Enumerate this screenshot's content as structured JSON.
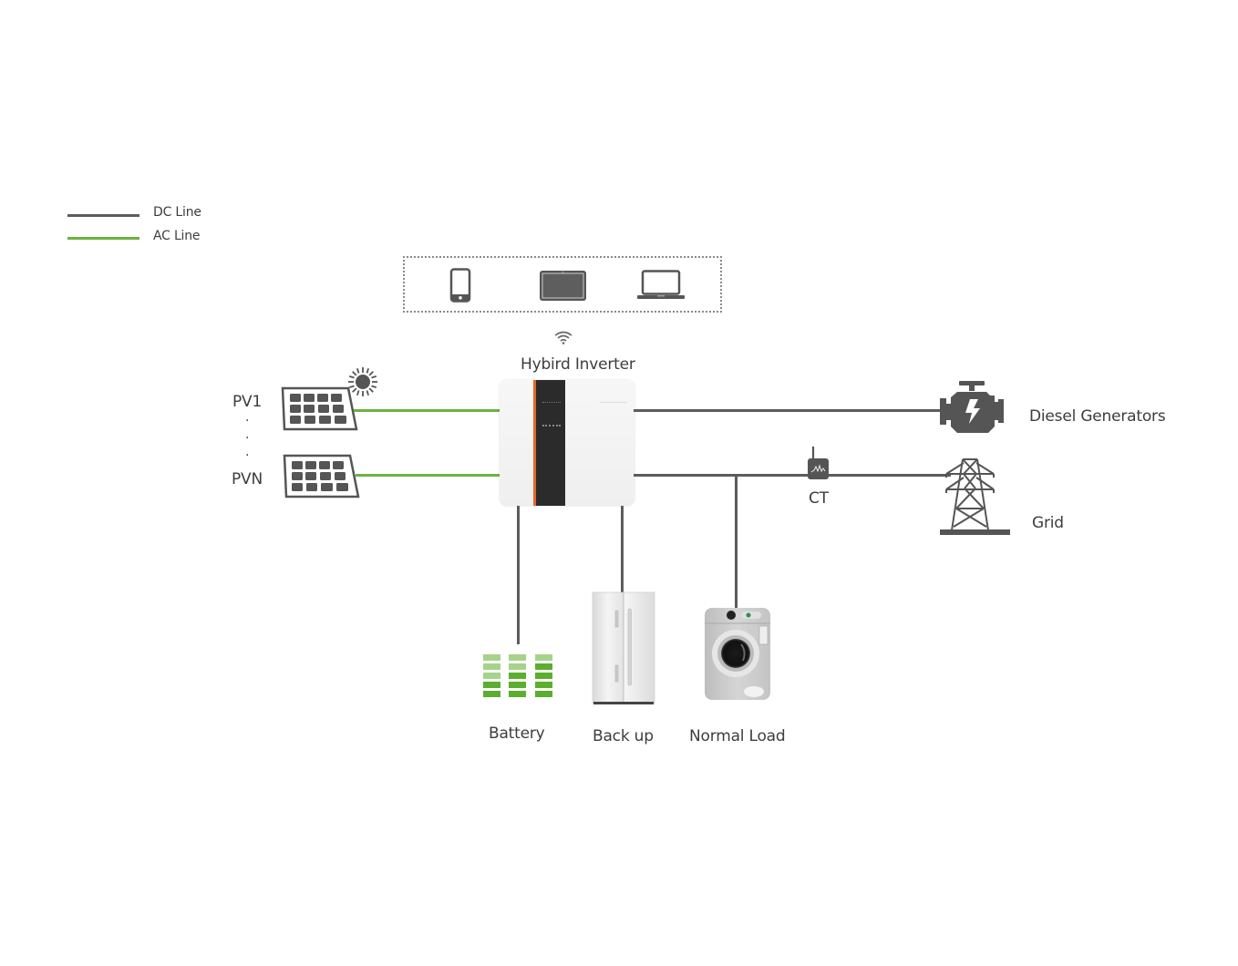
{
  "legend": {
    "items": [
      {
        "label": "DC Line",
        "color": "#5c5c5c"
      },
      {
        "label": "AC Line",
        "color": "#6cb33f"
      }
    ]
  },
  "devices": {
    "icons": [
      "smartphone-icon",
      "tablet-icon",
      "laptop-icon"
    ],
    "connection_icon": "wifi-icon"
  },
  "inverter": {
    "label": "Hybird Inverter",
    "accent_color": "#e2692a",
    "panel_color": "#2b2b2b"
  },
  "pv": {
    "first_label": "PV1",
    "last_label": "PVN",
    "ellipsis": [
      "·",
      "·",
      "·"
    ]
  },
  "sources": {
    "generator_label": "Diesel Generators",
    "grid_label": "Grid",
    "ct_label": "CT"
  },
  "loads": {
    "battery_label": "Battery",
    "backup_label": "Back up",
    "normal_label": "Normal Load"
  },
  "colors": {
    "dc_line": "#5c5c5c",
    "ac_line": "#6cb33f",
    "icon_gray": "#555555",
    "battery_dark": "#5cae2e",
    "battery_light": "#a6d38a"
  }
}
